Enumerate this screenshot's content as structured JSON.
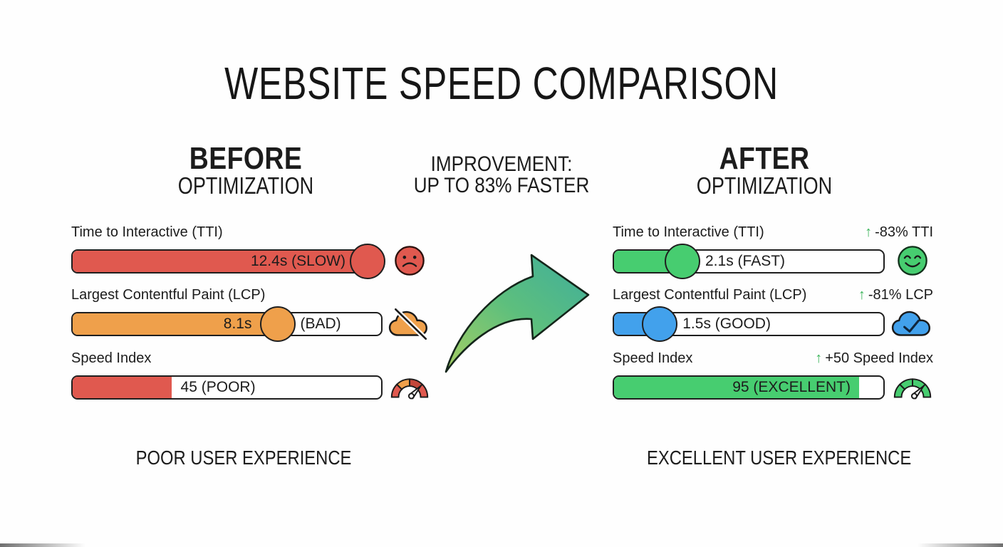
{
  "title": "WEBSITE SPEED COMPARISON",
  "center": {
    "improvement_line1": "IMPROVEMENT:",
    "improvement_line2": "UP TO 83% FASTER",
    "arrow_icon": "curved-up-right-arrow"
  },
  "up_arrow_glyph": "↑",
  "before": {
    "heading": "BEFORE",
    "subheading": "OPTIMIZATION",
    "footer": "POOR USER EXPERIENCE",
    "metrics": [
      {
        "label": "Time to Interactive (TTI)",
        "value": "12.4s (SLOW)",
        "fill_pct": 100,
        "knob_pct": 95.7,
        "color": "#e0594f",
        "icon": "sad-face-icon"
      },
      {
        "label": "Largest Contentful Paint (LCP)",
        "value": "8.1s",
        "rating": "(BAD)",
        "fill_pct": 66.4,
        "knob_pct": 66.4,
        "color": "#efa04b",
        "icon": "cloud-off-icon"
      },
      {
        "label": "Speed Index",
        "value": "45 (POOR)",
        "fill_pct": 32,
        "color": "#e0594f",
        "icon": "gauge-red-icon"
      }
    ]
  },
  "after": {
    "heading": "AFTER",
    "subheading": "OPTIMIZATION",
    "footer": "EXCELLENT USER EXPERIENCE",
    "metrics": [
      {
        "label": "Time to Interactive (TTI)",
        "improvement": "-83% TTI",
        "value": "2.1s (FAST)",
        "fill_pct": 25.4,
        "knob_pct": 25.4,
        "color": "#47cd70",
        "icon": "happy-face-icon"
      },
      {
        "label": "Largest Contentful Paint (LCP)",
        "improvement": "-81% LCP",
        "value": "1.5s (GOOD)",
        "fill_pct": 17,
        "knob_pct": 17,
        "color": "#42a1ec",
        "icon": "cloud-check-icon"
      },
      {
        "label": "Speed Index",
        "improvement": "+50 Speed Index",
        "value": "95 (EXCELLENT)",
        "fill_pct": 91,
        "color": "#47cd70",
        "icon": "gauge-green-icon"
      }
    ]
  },
  "colors": {
    "slow_red": "#e0594f",
    "bad_orange": "#efa04b",
    "good_blue": "#42a1ec",
    "fast_green": "#47cd70",
    "improvement_arrow_green": "#3bb45a",
    "outline": "#1f1f1f",
    "arrow_gradient_start": "#a6ce63",
    "arrow_gradient_end": "#3fae9c"
  }
}
